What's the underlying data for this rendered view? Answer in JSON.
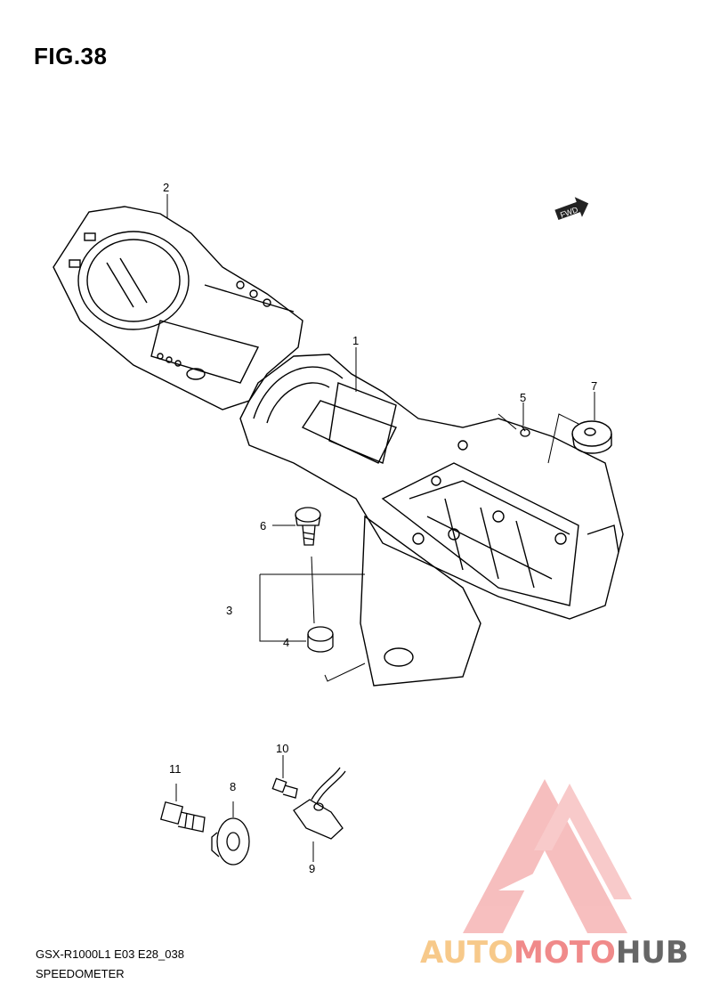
{
  "figure": {
    "title": "FIG.38"
  },
  "direction_tag": "FWD",
  "callouts": [
    {
      "id": "callout-1",
      "label": "1"
    },
    {
      "id": "callout-2",
      "label": "2"
    },
    {
      "id": "callout-3",
      "label": "3"
    },
    {
      "id": "callout-4",
      "label": "4"
    },
    {
      "id": "callout-5",
      "label": "5"
    },
    {
      "id": "callout-6",
      "label": "6"
    },
    {
      "id": "callout-7",
      "label": "7"
    },
    {
      "id": "callout-8",
      "label": "8"
    },
    {
      "id": "callout-9",
      "label": "9"
    },
    {
      "id": "callout-10",
      "label": "10"
    },
    {
      "id": "callout-11",
      "label": "11"
    }
  ],
  "footer": {
    "model_code": "GSX-R1000L1  E03  E28_038",
    "section_name": "SPEEDOMETER"
  },
  "watermark": {
    "part1": "AUTO",
    "part2": "MOTO",
    "part3": "HUB"
  },
  "colors": {
    "line": "#000000",
    "watermark_red": "#f08a8a",
    "watermark_orange": "#f7c98a",
    "watermark_gray": "#666666"
  }
}
